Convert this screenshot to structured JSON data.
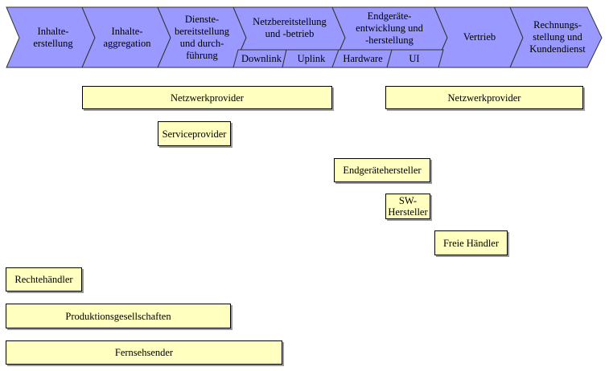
{
  "stages": [
    {
      "label": "Inhalte-\nerstellung"
    },
    {
      "label": "Inhalte-\naggregation"
    },
    {
      "label": "Dienste-\nbereitstellung\nund durch-\nführung"
    },
    {
      "label": "Netzbereitstellung\nund -betrieb"
    },
    {
      "label": "Endgeräte-\nentwicklung und\n-herstellung"
    },
    {
      "label": "Vertrieb"
    },
    {
      "label": "Rechnungs-\nstellung und\nKundendienst"
    }
  ],
  "substages": [
    {
      "label": "Downlink"
    },
    {
      "label": "Uplink"
    },
    {
      "label": "Hardware"
    },
    {
      "label": "UI"
    }
  ],
  "roles": {
    "netzwerkprovider_1": "Netzwerkprovider",
    "netzwerkprovider_2": "Netzwerkprovider",
    "serviceprovider": "Serviceprovider",
    "endgeraetehersteller": "Endgerätehersteller",
    "sw_hersteller": "SW-\nHersteller",
    "freie_haendler": "Freie Händler",
    "rechtehaendler": "Rechtehändler",
    "produktionsgesellschaften": "Produktionsgesellschaften",
    "fernsehsender": "Fernsehsender"
  },
  "colors": {
    "chevron_fill": "#9999ff",
    "role_fill": "#ffffc0"
  }
}
